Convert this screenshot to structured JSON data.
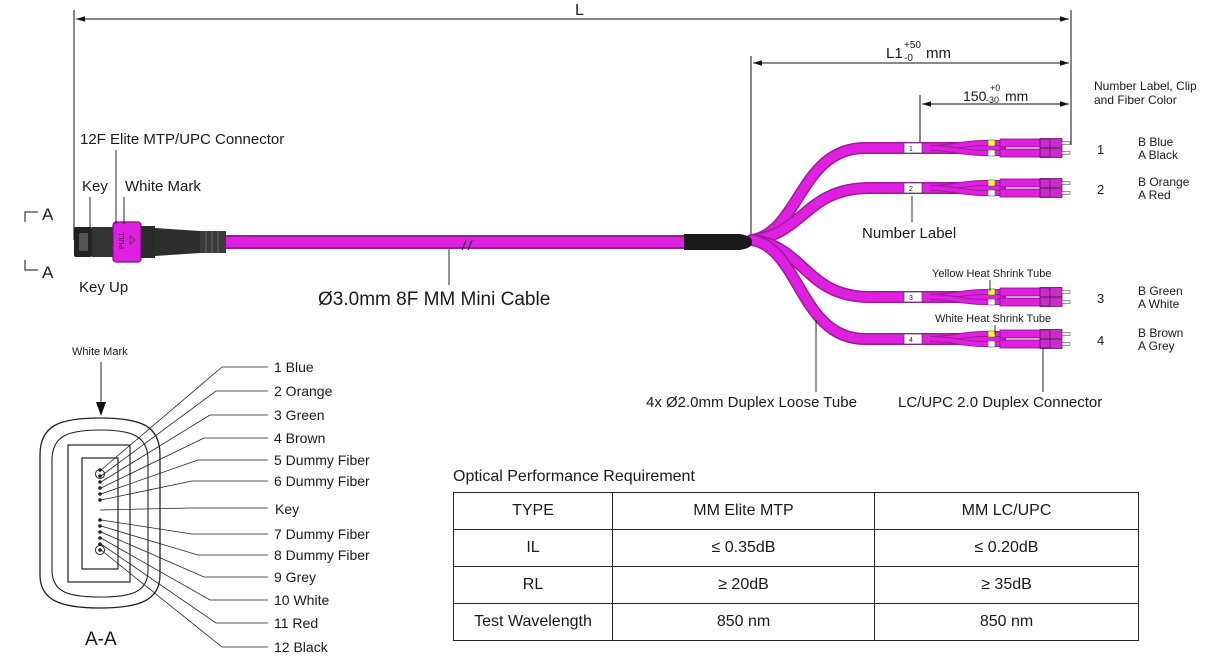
{
  "dimensions": {
    "overall": "L",
    "fanout_base": "L1",
    "fanout_tol_plus": "+50",
    "fanout_tol_minus": "-0",
    "fanout_unit": "mm",
    "leg_base": "150",
    "leg_tol_plus": "+0",
    "leg_tol_minus": "-30",
    "leg_unit": "mm"
  },
  "labels": {
    "connector_name": "12F Elite MTP/UPC Connector",
    "key": "Key",
    "white_mark": "White Mark",
    "key_up": "Key Up",
    "section_a": "A",
    "pull_text": "PULL",
    "cable": "Ø3.0mm 8F MM Mini Cable",
    "number_label": "Number Label",
    "number_label_clip_color_1": "Number Label, Clip",
    "number_label_clip_color_2": "and Fiber Color",
    "yellow_shrink": "Yellow Heat Shrink Tube",
    "white_shrink": "White Heat Shrink Tube",
    "loose_tube": "4x Ø2.0mm Duplex Loose Tube",
    "lc_connector": "LC/UPC  2.0 Duplex Connector"
  },
  "legs": [
    {
      "num": "1",
      "b": "B Blue",
      "a": "A Black"
    },
    {
      "num": "2",
      "b": "B  Orange",
      "a": "A  Red"
    },
    {
      "num": "3",
      "b": "B  Green",
      "a": "A  White"
    },
    {
      "num": "4",
      "b": "B  Brown",
      "a": "A  Grey"
    }
  ],
  "section_view": {
    "white_mark": "White Mark",
    "title": "A-A",
    "key": "Key",
    "fibers": [
      "1 Blue",
      "2 Orange",
      "3 Green",
      "4 Brown",
      "5 Dummy Fiber",
      "6 Dummy Fiber",
      "7 Dummy Fiber",
      "8 Dummy Fiber",
      "9 Grey",
      "10 White",
      "11 Red",
      "12 Black"
    ]
  },
  "colors": {
    "cable": "#e020e0",
    "cable_edge": "#9a1a9a",
    "boot": "#1a1a1a",
    "label_yellow": "#ffff33"
  },
  "table": {
    "title": "Optical Performance Requirement",
    "header": [
      "TYPE",
      "MM Elite MTP",
      "MM LC/UPC"
    ],
    "rows": [
      [
        "IL",
        "≤ 0.35dB",
        "≤ 0.20dB"
      ],
      [
        "RL",
        "≥ 20dB",
        "≥ 35dB"
      ],
      [
        "Test Wavelength",
        "850 nm",
        "850 nm"
      ]
    ]
  }
}
